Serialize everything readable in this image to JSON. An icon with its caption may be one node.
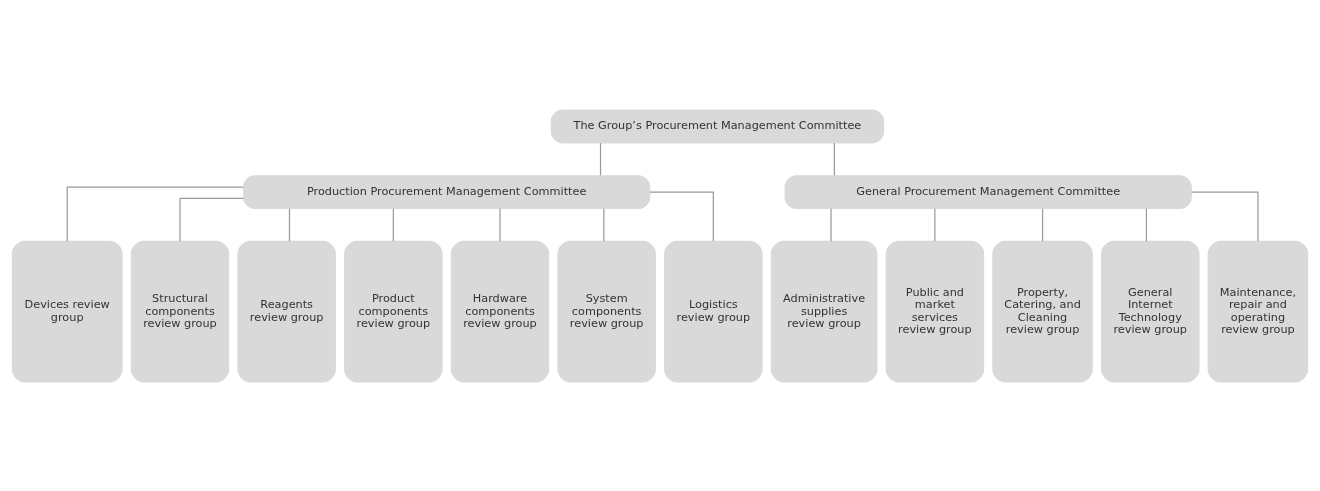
{
  "diagram": {
    "nodes": [
      {
        "text": [
          "The Group’s Procurement Management Committee"
        ]
      },
      {
        "text": [
          "Production Procurement Management Committee"
        ]
      },
      {
        "text": [
          "General Procurement Management Committee"
        ]
      },
      {
        "text": [
          "Devices review group"
        ]
      },
      {
        "text": [
          "Structural components review group"
        ]
      },
      {
        "text": [
          "Reagents review group"
        ]
      },
      {
        "text": [
          "Product components review group"
        ]
      },
      {
        "text": [
          "Hardware components review group"
        ]
      },
      {
        "text": [
          "System components review group"
        ]
      },
      {
        "text": [
          "Logistics review group"
        ]
      },
      {
        "text": [
          "Administrative supplies review group"
        ]
      },
      {
        "text": [
          "Public and market services review group"
        ]
      },
      {
        "text": [
          "Property, Catering, and Cleaning review group"
        ]
      },
      {
        "text": [
          "General Internet Technology review group"
        ]
      },
      {
        "text": [
          "Maintenance, repair and operating review group"
        ]
      }
    ],
    "edges": [
      {
        "from": 0,
        "to": 1,
        "arrow": "none"
      },
      {
        "from": 0,
        "to": 2,
        "arrow": "none"
      },
      {
        "from": 1,
        "to": 3,
        "arrow": "none"
      },
      {
        "from": 1,
        "to": 4,
        "arrow": "none"
      },
      {
        "from": 1,
        "to": 5,
        "arrow": "none"
      },
      {
        "from": 1,
        "to": 6,
        "arrow": "none"
      },
      {
        "from": 1,
        "to": 7,
        "arrow": "none"
      },
      {
        "from": 1,
        "to": 8,
        "arrow": "none"
      },
      {
        "from": 1,
        "to": 9,
        "arrow": "none"
      },
      {
        "from": 2,
        "to": 10,
        "arrow": "none"
      },
      {
        "from": 2,
        "to": 11,
        "arrow": "none"
      },
      {
        "from": 2,
        "to": 12,
        "arrow": "none"
      },
      {
        "from": 2,
        "to": 13,
        "arrow": "none"
      },
      {
        "from": 2,
        "to": 14,
        "arrow": "none"
      }
    ]
  }
}
